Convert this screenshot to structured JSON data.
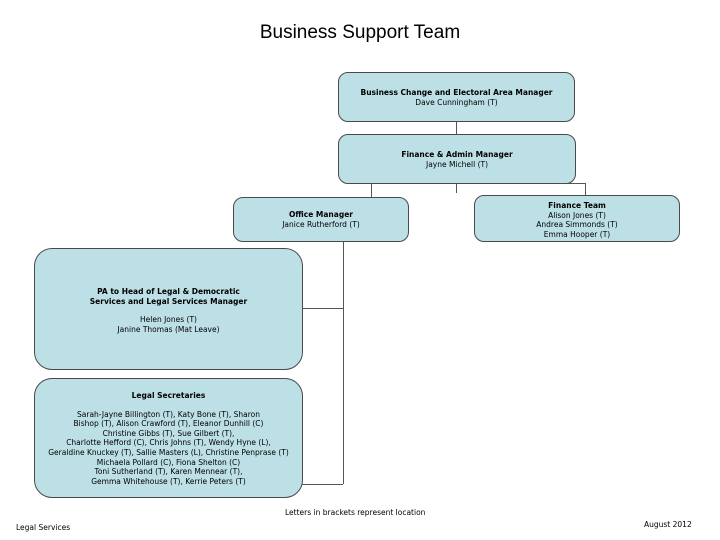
{
  "title": "Business Support Team",
  "nodes": {
    "bcm": {
      "role": "Business Change and Electoral Area Manager",
      "people": "Dave Cunningham (T)"
    },
    "fam": {
      "role": "Finance & Admin Manager",
      "people": "Jayne Michell (T)"
    },
    "om": {
      "role": "Office Manager",
      "people": "Janice Rutherford (T)"
    },
    "ft": {
      "role": "Finance Team",
      "people": "Alison Jones (T)\nAndrea Simmonds (T)\nEmma Hooper (T)"
    },
    "pa": {
      "role": "PA to Head of Legal & Democratic\nServices and Legal Services Manager",
      "people": "Helen Jones (T)\nJanine Thomas (Mat Leave)"
    },
    "ls": {
      "role": "Legal Secretaries",
      "people": "Sarah-Jayne Billington (T), Katy Bone (T), Sharon\nBishop (T), Alison Crawford (T), Eleanor Dunhill (C)\nChristine Gibbs (T), Sue Gilbert (T),\nCharlotte Hefford (C), Chris Johns (T), Wendy Hyne (L),\nGeraldine Knuckey (T), Sallie Masters (L), Christine Penprase (T)\nMichaela Pollard (C), Fiona Shelton (C)\nToni Sutherland (T), Karen Mennear (T),\nGemma Whitehouse (T), Kerrie Peters (T)"
    }
  },
  "footer": {
    "note": "Letters in brackets represent location",
    "left": "Legal Services",
    "right": "August 2012"
  }
}
